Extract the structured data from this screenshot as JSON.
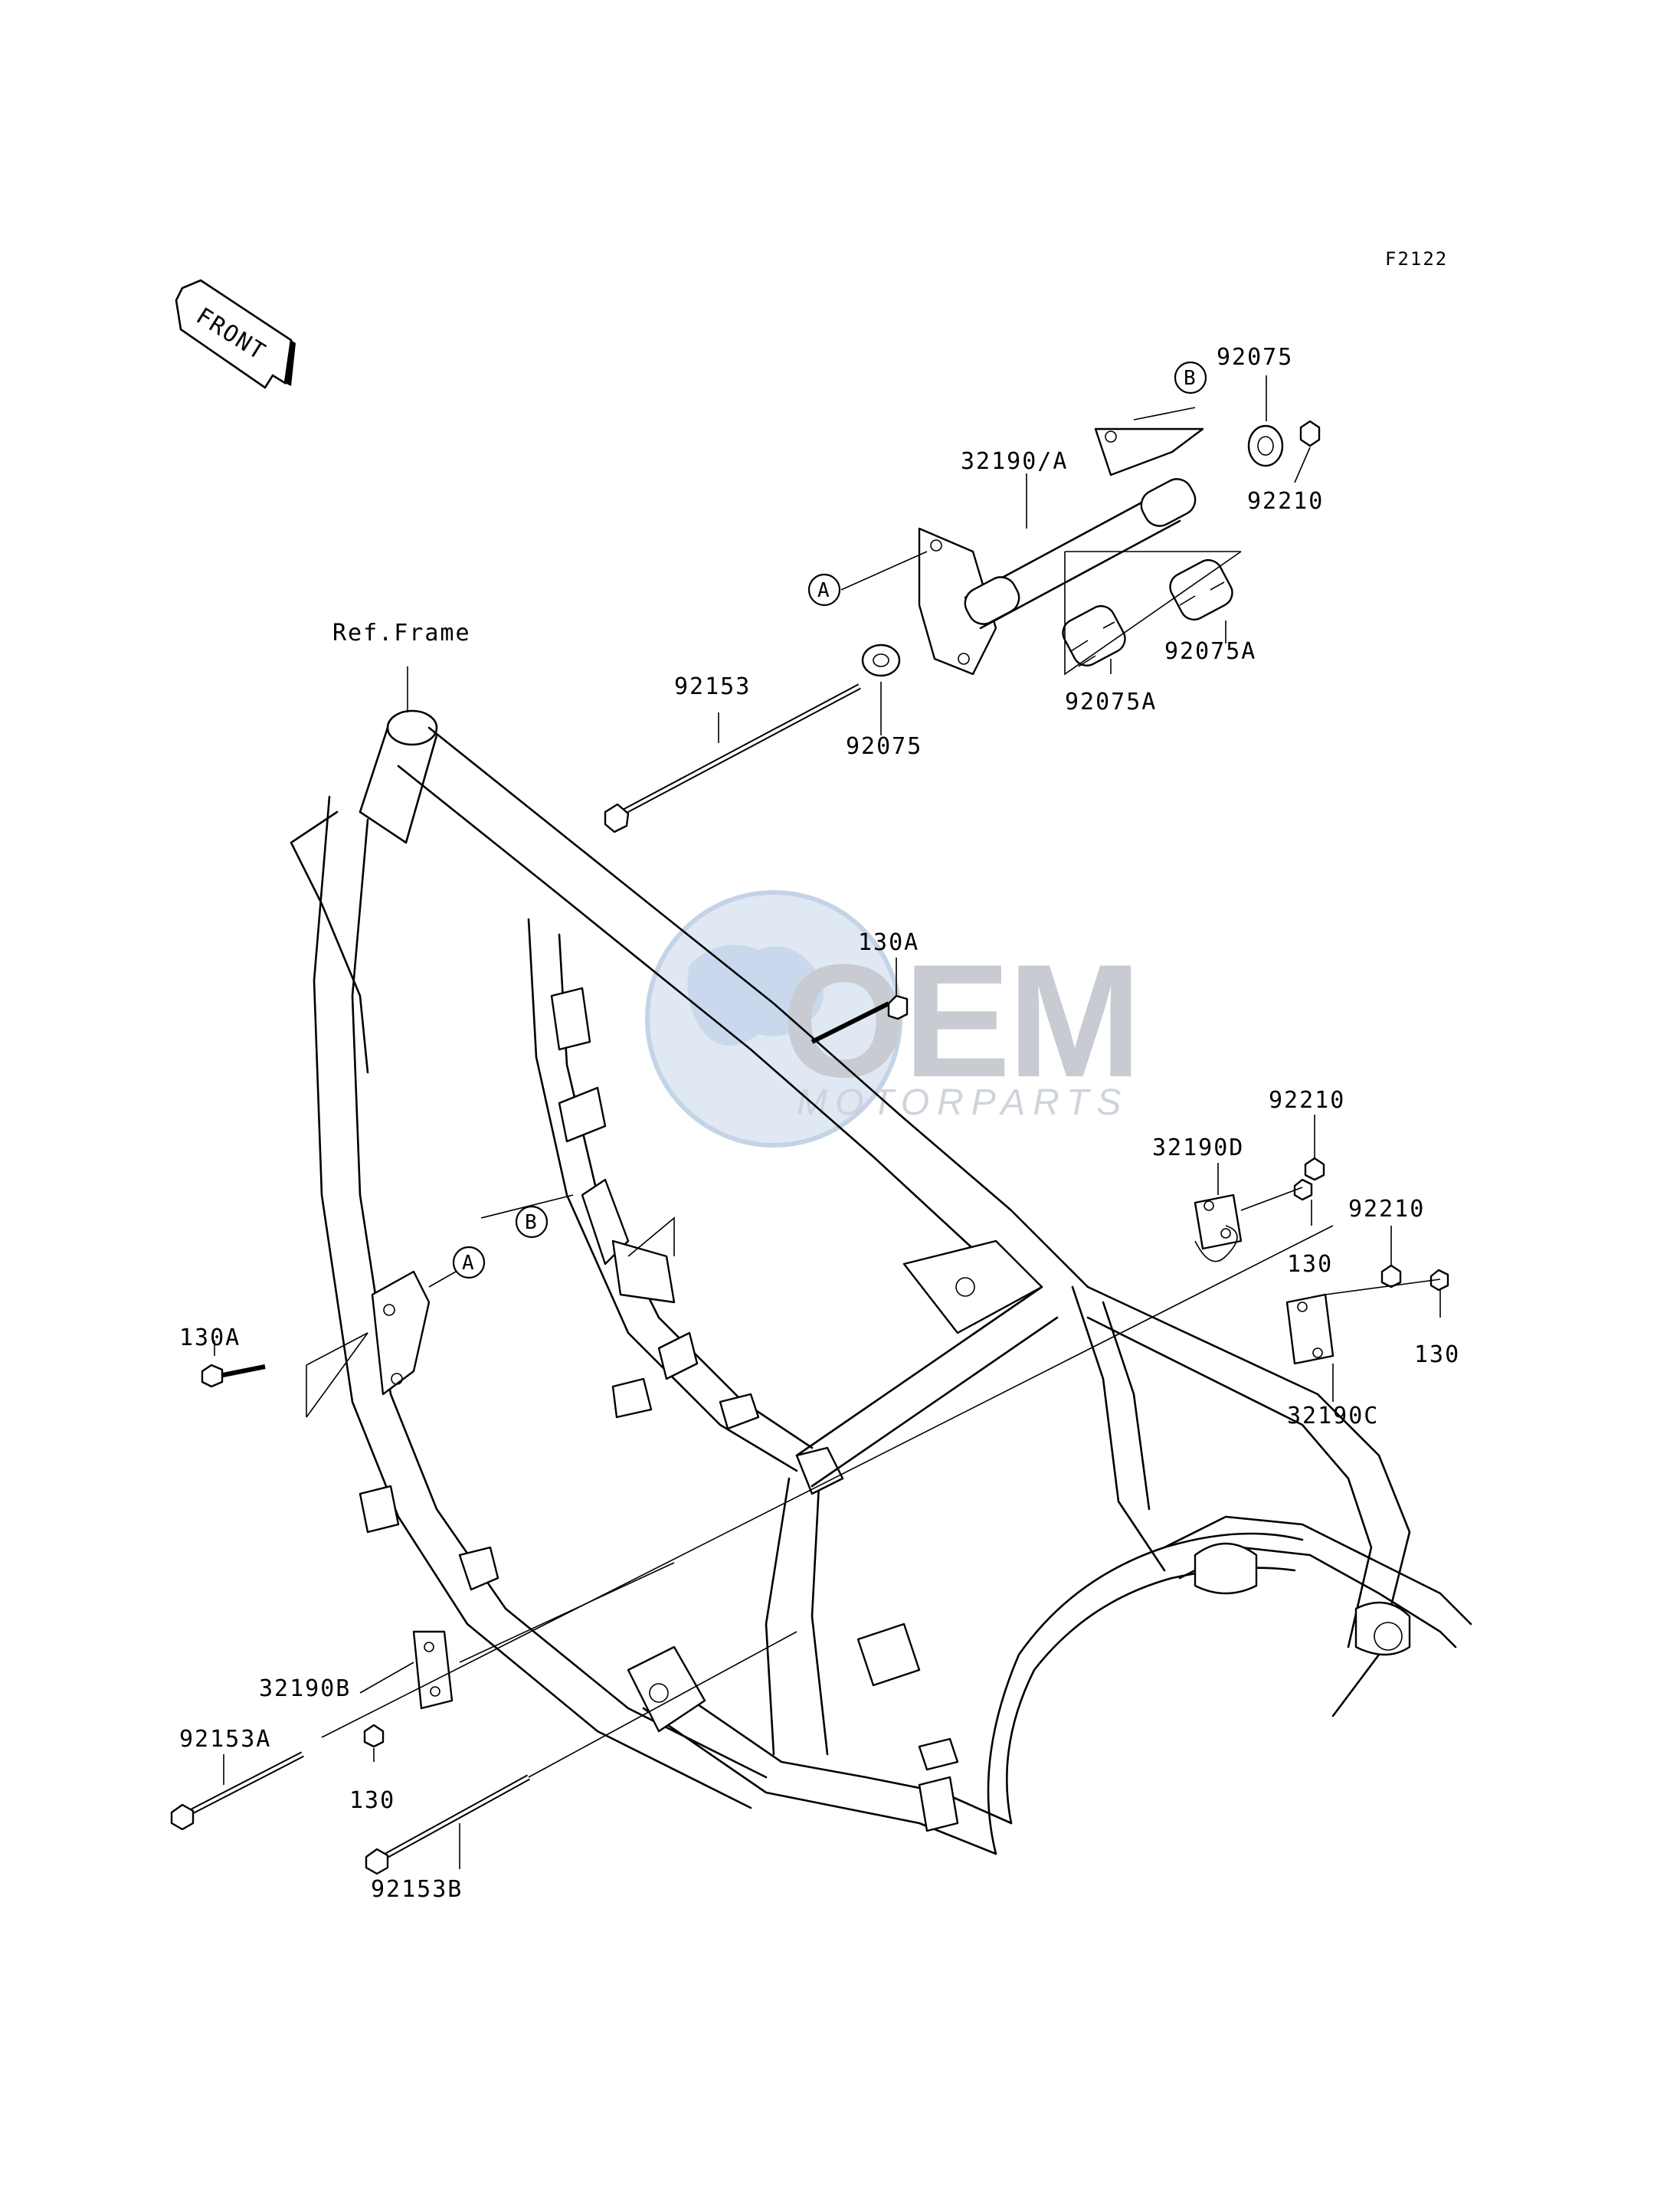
{
  "diagram": {
    "code": "F2122",
    "front_arrow_label": "FRONT",
    "ref_label": "Ref.Frame",
    "watermark": {
      "big": "OEM",
      "small": "MOTORPARTS"
    },
    "callouts": {
      "a": "A",
      "b": "B"
    },
    "parts": {
      "p92075_top": "92075",
      "p92210_top": "92210",
      "p32190A": "32190/A",
      "p92075A_right": "92075A",
      "p92075A_left": "92075A",
      "p92153": "92153",
      "p92075_low": "92075",
      "p130A_mid": "130A",
      "p92210_mid1": "92210",
      "p32190D": "32190D",
      "p92210_mid2": "92210",
      "p130_mid1": "130",
      "p130_mid2": "130",
      "p32190C": "32190C",
      "p130A_left": "130A",
      "p32190B": "32190B",
      "p92153A": "92153A",
      "p130_low": "130",
      "p92153B": "92153B"
    }
  }
}
